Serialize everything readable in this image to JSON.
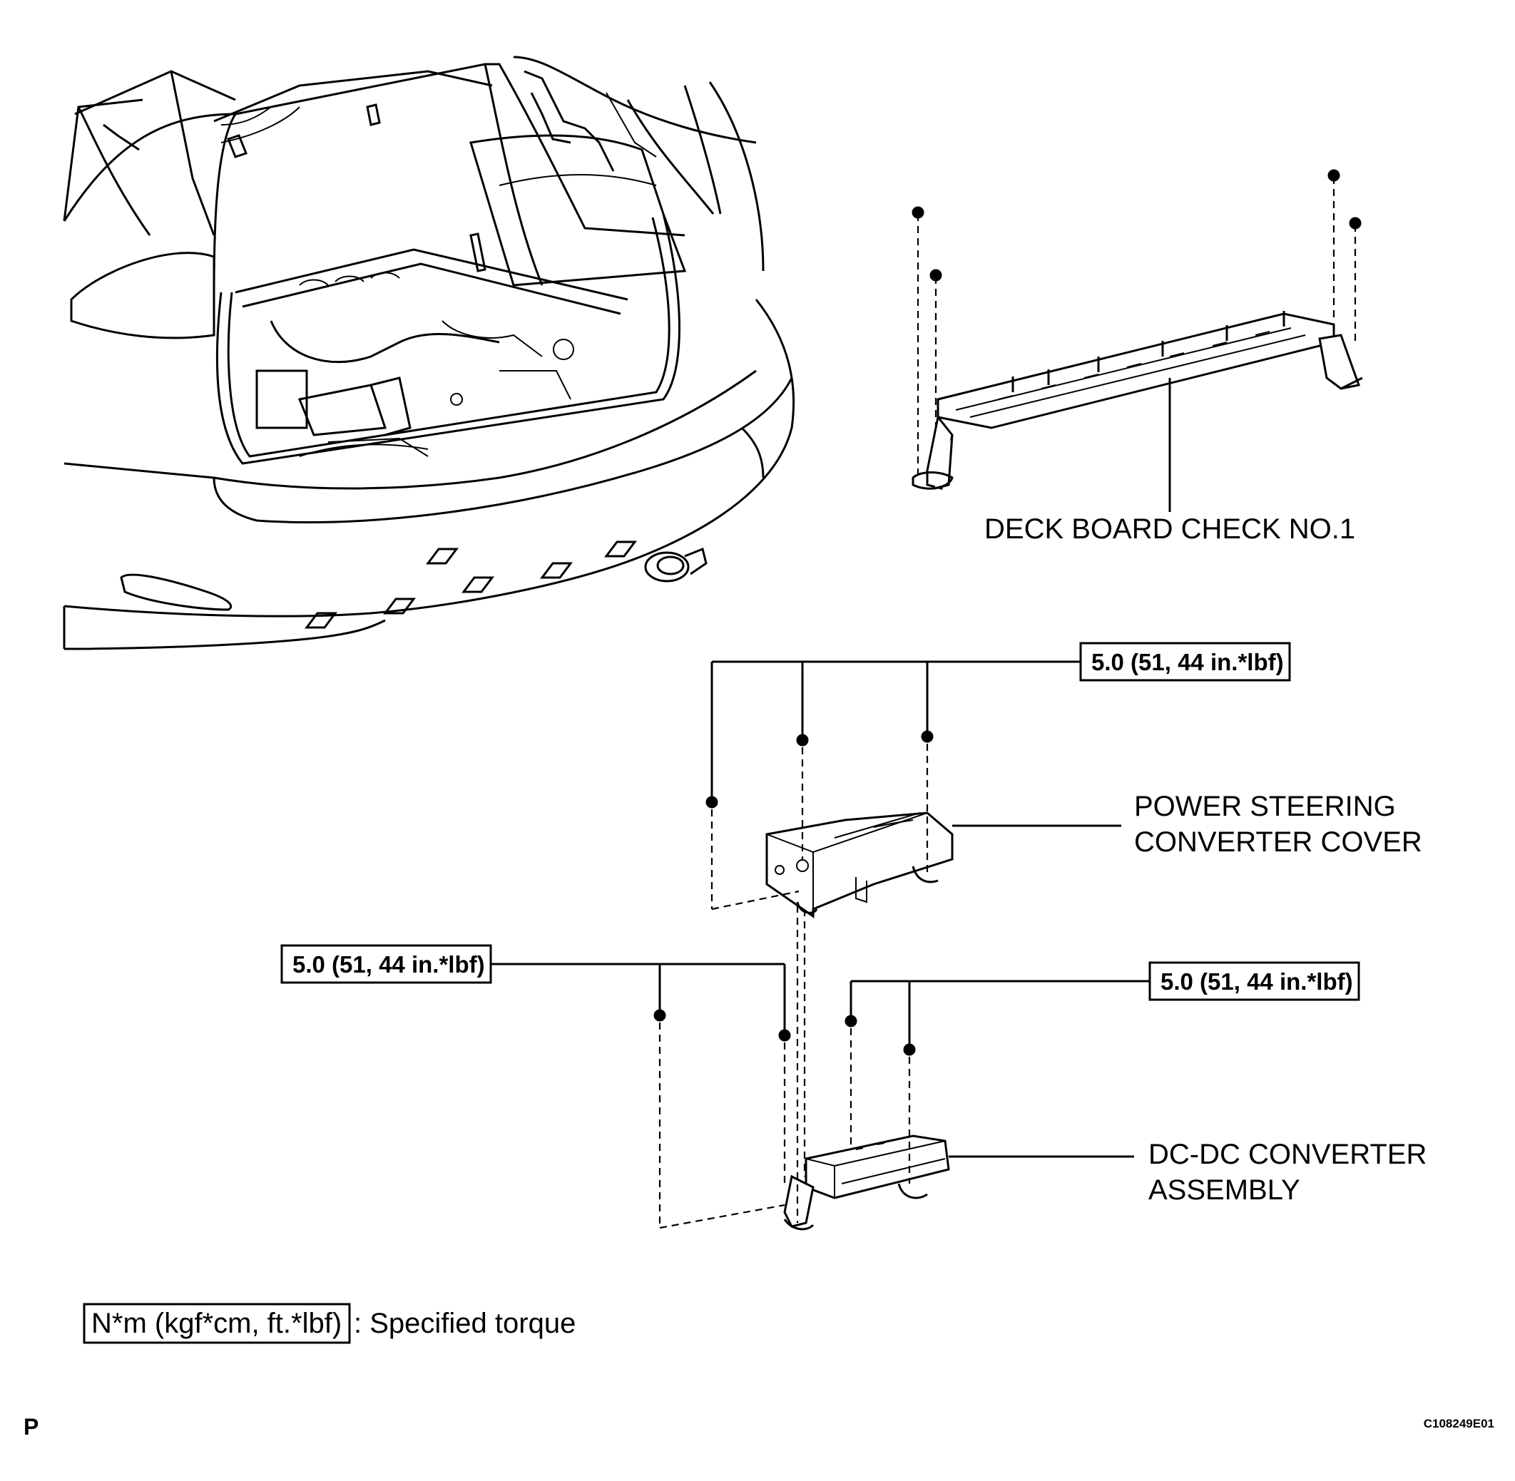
{
  "labels": {
    "deck_board": "DECK BOARD CHECK NO.1",
    "ps_cover_line1": "POWER STEERING",
    "ps_cover_line2": "CONVERTER COVER",
    "dcdc_line1": "DC-DC CONVERTER",
    "dcdc_line2": "ASSEMBLY"
  },
  "torque": {
    "top": "5.0 (51, 44 in.*lbf)",
    "left": "5.0 (51, 44 in.*lbf)",
    "right": "5.0 (51, 44 in.*lbf)"
  },
  "legend": {
    "unit": "N*m (kgf*cm, ft.*lbf)",
    "description": ": Specified torque"
  },
  "corner_letter": "P",
  "figure_code": "C108249E01"
}
